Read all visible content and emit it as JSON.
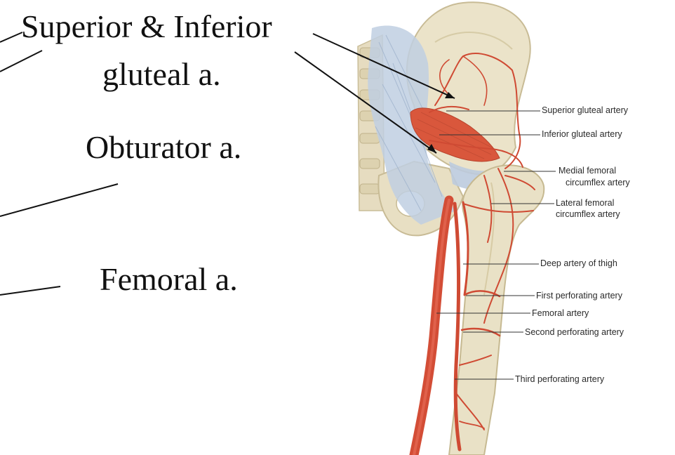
{
  "slide": {
    "labels_large": {
      "superior_inferior": "Superior & Inferior",
      "gluteal": "gluteal a.",
      "obturator": "Obturator a.",
      "femoral": "Femoral a."
    }
  },
  "figure": {
    "labels": {
      "superior_gluteal": "Superior gluteal artery",
      "inferior_gluteal": "Inferior gluteal artery",
      "medial_femoral_1": "Medial femoral",
      "medial_femoral_2": "circumflex artery",
      "lateral_femoral_1": "Lateral femoral",
      "lateral_femoral_2": "circumflex artery",
      "deep_artery": "Deep artery of thigh",
      "first_perforating": "First perforating artery",
      "femoral_artery": "Femoral artery",
      "second_perforating": "Second perforating artery",
      "third_perforating": "Third perforating artery"
    },
    "colors": {
      "bone": "#e9e1c7",
      "bone_shade": "#d9cfae",
      "ligament": "#b9c9dc",
      "artery": "#d8503a",
      "muscle": "#d9573c"
    }
  }
}
